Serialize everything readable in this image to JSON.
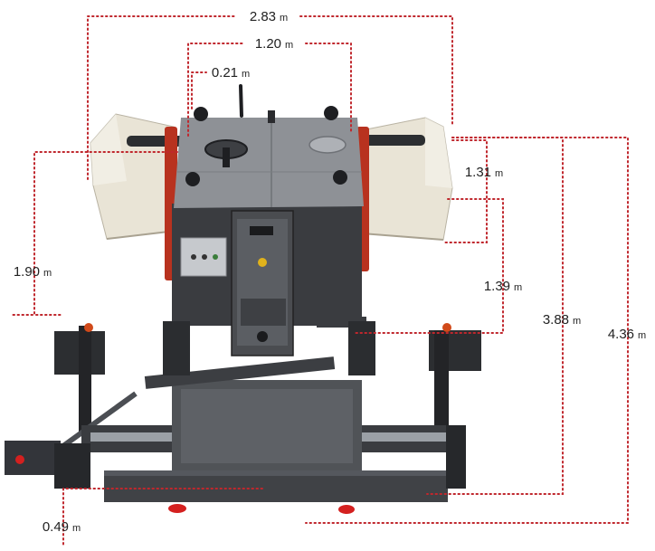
{
  "machine": {
    "colors": {
      "body_dark": "#3a3c40",
      "body_mid": "#55585e",
      "hood_light": "#8e9196",
      "hopper_cream": "#e9e4d6",
      "accent_red": "#b8321f",
      "dimension_line": "#c0272d"
    },
    "icons": [
      "steering-wheel-icon",
      "control-panel-icon",
      "screed-icon",
      "hopper-wing-icon"
    ]
  },
  "dimensions": [
    {
      "value": "2.83",
      "unit": "m"
    },
    {
      "value": "1.20",
      "unit": "m"
    },
    {
      "value": "0.21",
      "unit": "m"
    },
    {
      "value": "1.31",
      "unit": "m"
    },
    {
      "value": "1.90",
      "unit": "m"
    },
    {
      "value": "1.39",
      "unit": "m"
    },
    {
      "value": "3.88",
      "unit": "m"
    },
    {
      "value": "4.36",
      "unit": "m"
    },
    {
      "value": "0.49",
      "unit": "m"
    }
  ]
}
